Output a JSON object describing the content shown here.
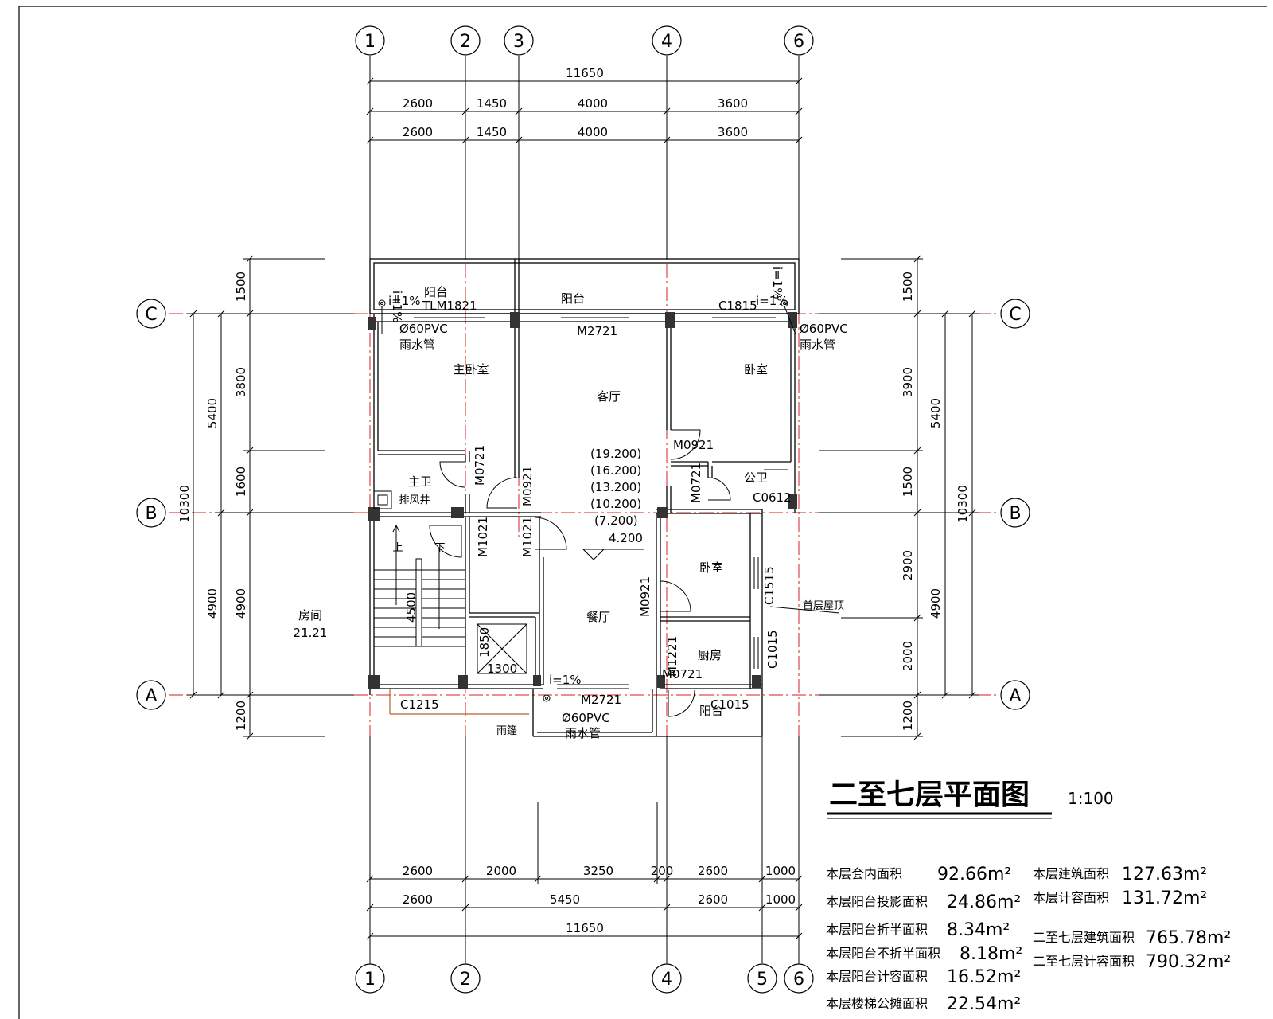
{
  "title": "二至七层平面图",
  "scale": "1:100",
  "axes": {
    "top": [
      "1",
      "2",
      "3",
      "4",
      "6"
    ],
    "bottom": [
      "1",
      "2",
      "4",
      "5",
      "6"
    ],
    "left": [
      "C",
      "B",
      "A"
    ],
    "right": [
      "C",
      "B",
      "A"
    ]
  },
  "dims_top": {
    "total": "11650",
    "row1": [
      "2600",
      "1450",
      "4000",
      "3600"
    ],
    "row2": [
      "2600",
      "1450",
      "4000",
      "3600"
    ]
  },
  "dims_bottom": {
    "row1": [
      "2600",
      "2000",
      "3250",
      "200",
      "2600",
      "1000"
    ],
    "row2": [
      "2600",
      "5450",
      "2600",
      "1000"
    ],
    "total": "11650"
  },
  "dims_left": {
    "outer": "10300",
    "mid": [
      "5400",
      "4900"
    ],
    "inner": [
      "1500",
      "3800",
      "1600",
      "4900",
      "1200"
    ]
  },
  "dims_right": {
    "outer": "10300",
    "mid": [
      "5400",
      "4900"
    ],
    "inner": [
      "1500",
      "3900",
      "1500",
      "2900",
      "2000",
      "1200"
    ]
  },
  "rooms": {
    "balcony_left": "阳台",
    "balcony_mid": "阳台",
    "master_bedroom": "主卧室",
    "living_room": "客厅",
    "bedroom_ne": "卧室",
    "master_bath": "主卫",
    "exhaust": "排风井",
    "public_bath": "公卫",
    "bedroom_e": "卧室",
    "dining": "餐厅",
    "kitchen": "厨房",
    "balcony_south": "阳台",
    "neighbor_room": "房间",
    "neighbor_area": "21.21",
    "canopy": "雨篷",
    "first_roof": "首层屋顶",
    "stair_up": "上",
    "stair_down": "下"
  },
  "tags": {
    "tlm1821": "TLM1821",
    "m2721_top": "M2721",
    "c1815": "C1815",
    "pipe_nw": "Ø60PVC",
    "pipe_nw2": "雨水管",
    "pipe_ne": "Ø60PVC",
    "pipe_ne2": "雨水管",
    "m0721_a": "M0721",
    "m0921_a": "M0921",
    "m0921_b": "M0921",
    "m0721_b": "M0721",
    "c0612": "C0612",
    "m1021_a": "M1021",
    "m1021_b": "M1021",
    "m0921_c": "M0921",
    "c1515": "C1515",
    "m1221": "M1221",
    "m0721_c": "M0721",
    "c1015_a": "C1015",
    "c1015_b": "C1015",
    "m2721_bot": "M2721",
    "c1215": "C1215",
    "pipe_s": "Ø60PVC",
    "pipe_s2": "雨水管",
    "slope_1": "i=1%",
    "slope_2": "i=1%",
    "slope_3": "i=1%",
    "slope_4": "i=1%",
    "slope_5": "i=1%",
    "stair_h": "4500",
    "lift_w": "1850",
    "lift_d": "1300"
  },
  "elevations": [
    "(19.200)",
    "(16.200)",
    "(13.200)",
    "(10.200)",
    "(7.200)",
    "4.200"
  ],
  "areas_left": [
    {
      "label": "本层套内面积",
      "value": "92.66m²"
    },
    {
      "label": "本层阳台投影面积",
      "value": "24.86m²"
    },
    {
      "label": "本层阳台折半面积",
      "value": "8.34m²"
    },
    {
      "label": "本层阳台不折半面积",
      "value": "8.18m²"
    },
    {
      "label": "本层阳台计容面积",
      "value": "16.52m²"
    },
    {
      "label": "本层楼梯公摊面积",
      "value": "22.54m²"
    }
  ],
  "areas_right": [
    {
      "label": "本层建筑面积",
      "value": "127.63m²"
    },
    {
      "label": "本层计容面积",
      "value": "131.72m²"
    },
    {
      "label": "二至七层建筑面积",
      "value": "765.78m²"
    },
    {
      "label": "二至七层计容面积",
      "value": "790.32m²"
    }
  ],
  "colors": {
    "axis": "#d42020",
    "line": "#000000",
    "canopy": "#b0632a"
  }
}
